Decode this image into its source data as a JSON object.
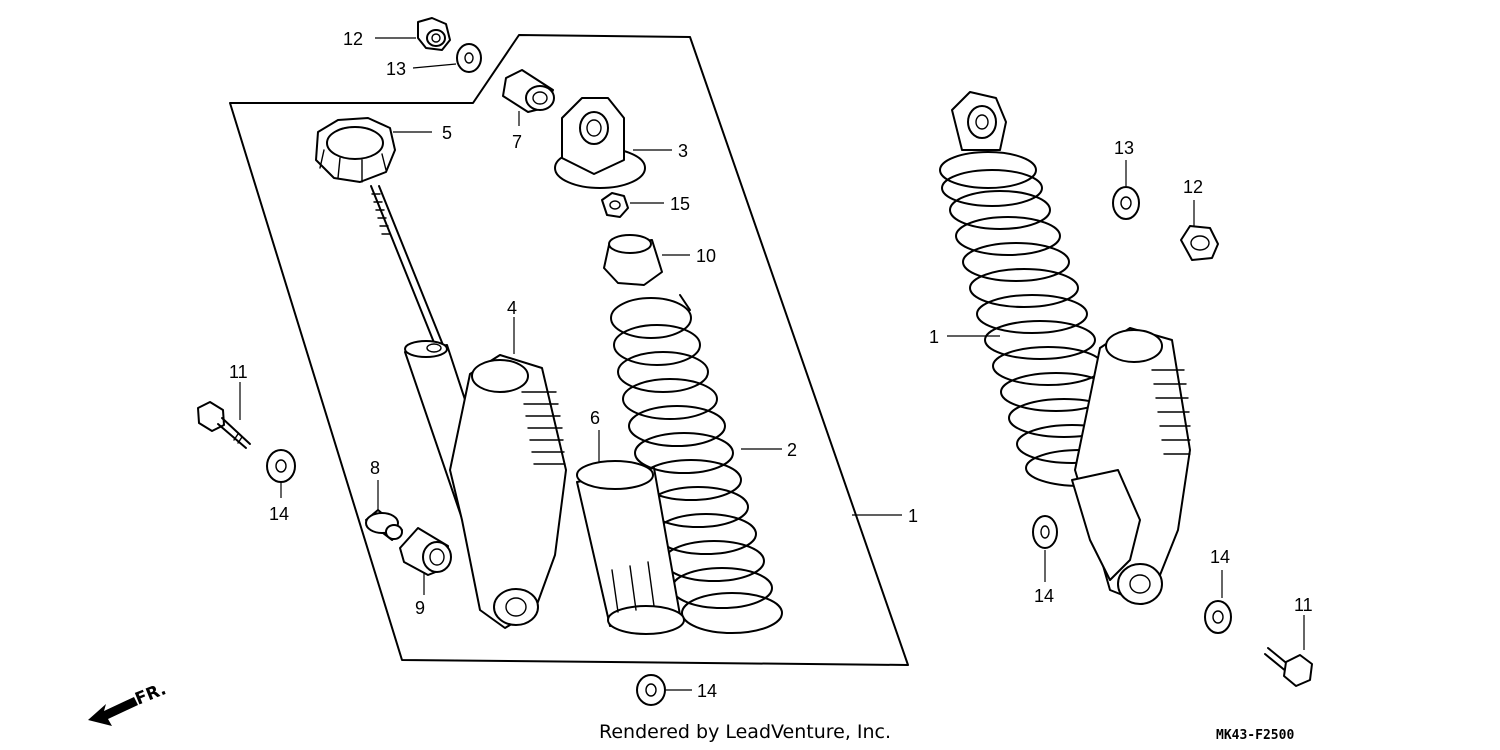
{
  "callouts": {
    "left_12": "12",
    "left_13": "13",
    "c5": "5",
    "c7": "7",
    "c3": "3",
    "c15": "15",
    "c10": "10",
    "c4": "4",
    "c11_left": "11",
    "c14_left": "14",
    "c8": "8",
    "c9": "9",
    "c6": "6",
    "c2": "2",
    "c1_frame": "1",
    "c14_bottom": "14",
    "c1_right": "1",
    "right_13": "13",
    "right_12": "12",
    "c14_right_mid": "14",
    "c14_right": "14",
    "c11_right": "11"
  },
  "footer": {
    "credit": "Rendered by LeadVenture, Inc.",
    "diagram_code": "MK43-F2500",
    "front_marker": "FR."
  },
  "icons": {
    "front_arrow": "arrow-left-down-icon"
  }
}
